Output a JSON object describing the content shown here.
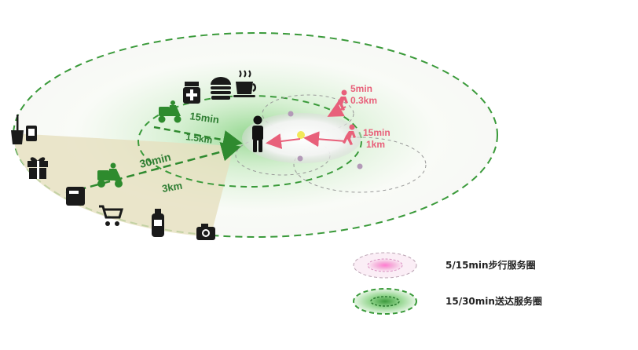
{
  "delivery": {
    "outer_time": "30min",
    "outer_distance": "3km",
    "inner_time": "15min",
    "inner_distance": "1.5km"
  },
  "walking": {
    "near_time": "5min",
    "near_distance": "0.3km",
    "far_time": "15min",
    "far_distance": "1km"
  },
  "legend": {
    "walk_label": "5/15min步行服务圈",
    "delivery_label": "15/30min送达服务圈"
  },
  "colors": {
    "green_dark": "#2f8a2f",
    "green_text": "#2e7d32",
    "pink": "#e8607a",
    "pink_fill": "#f5b4dc",
    "sector_fill": "#e8e2c4",
    "icon": "#1a1a1a"
  },
  "icons": [
    "broom-cup-icon",
    "gift-icon",
    "box-icon",
    "shopping-cart-icon",
    "bottle-icon",
    "camera-icon",
    "medicine-icon",
    "burger-icon",
    "coffee-icon",
    "person-icon",
    "delivery-scooter-icon",
    "walking-person-icon"
  ]
}
